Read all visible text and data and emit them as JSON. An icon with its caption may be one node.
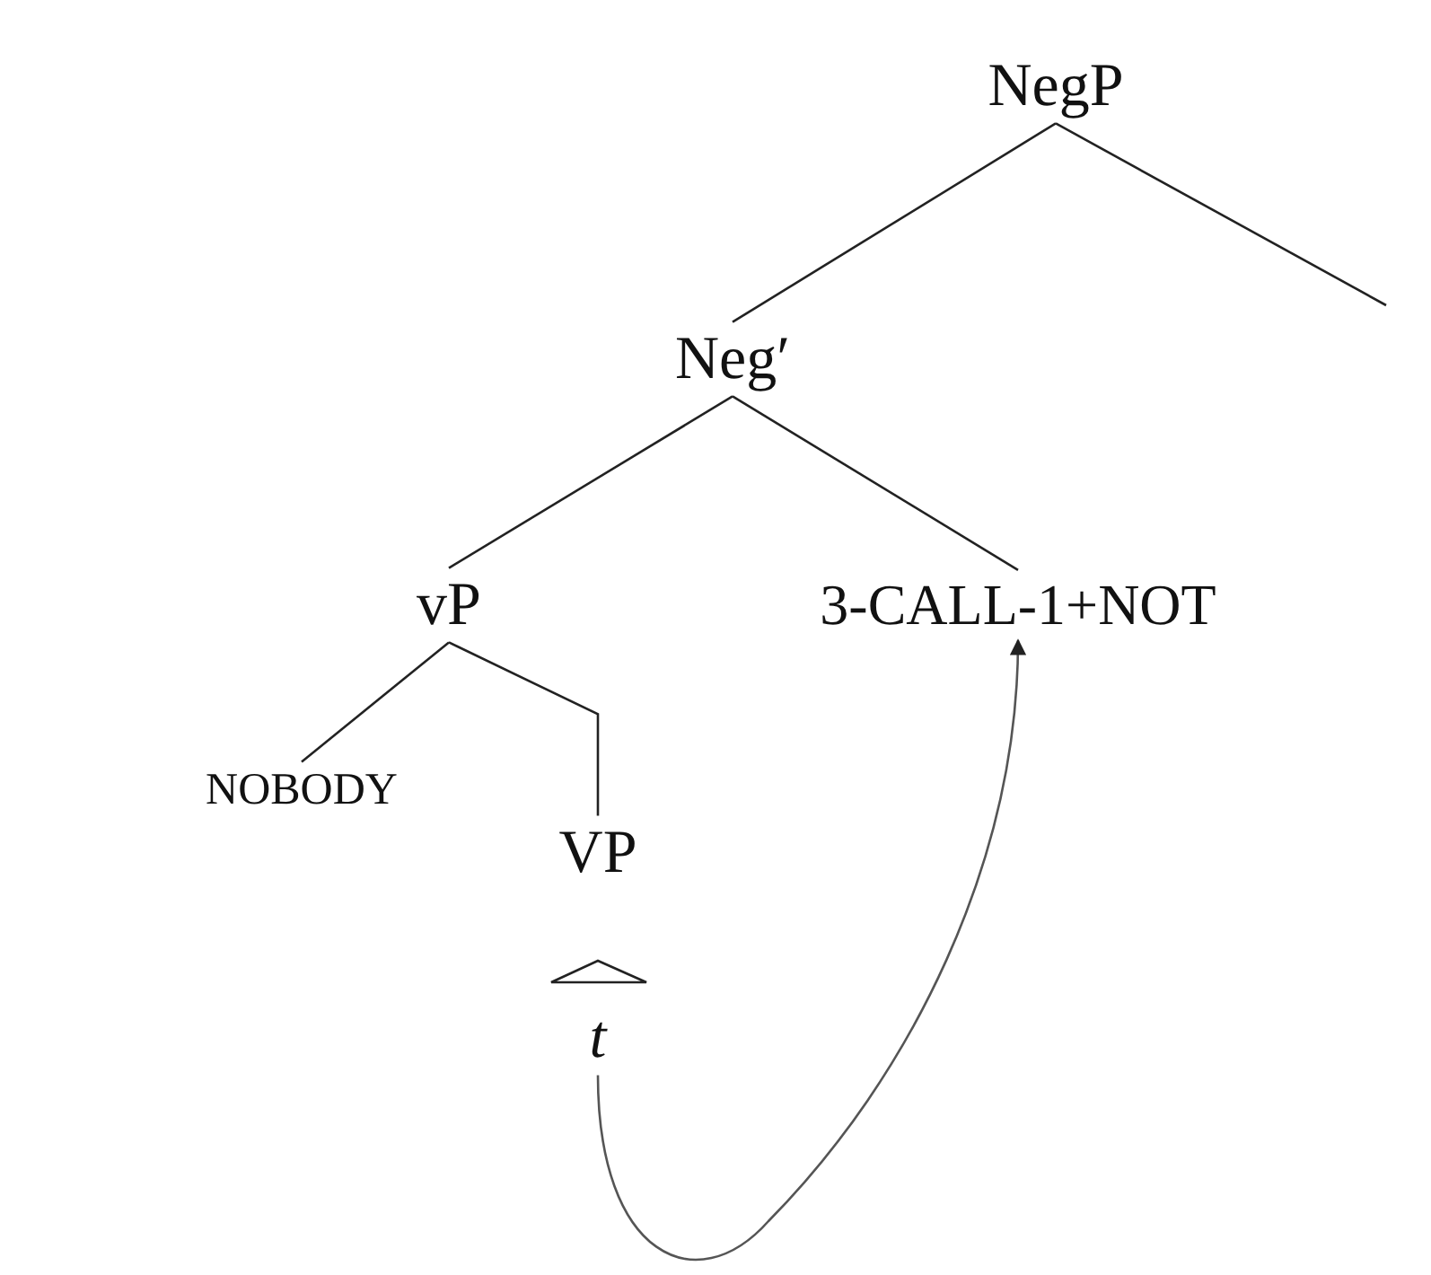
{
  "diagram": {
    "nodes": [
      {
        "text": [
          "NegP"
        ]
      },
      {
        "text": [
          "Neg′"
        ]
      },
      {
        "text": [
          "vP"
        ]
      },
      {
        "text": [
          "3-CALL-1+NOT"
        ]
      },
      {
        "text": [
          "NOBODY"
        ]
      },
      {
        "text": [
          "VP"
        ]
      },
      {
        "text": [
          "t"
        ]
      }
    ],
    "edges": [
      {
        "from": 0,
        "to": 1,
        "arrow": "none"
      },
      {
        "from": 0,
        "to": null,
        "arrow": "none"
      },
      {
        "from": 1,
        "to": 2,
        "arrow": "none"
      },
      {
        "from": 1,
        "to": 3,
        "arrow": "none"
      },
      {
        "from": 2,
        "to": 4,
        "arrow": "none"
      },
      {
        "from": 2,
        "to": 5,
        "arrow": "none"
      },
      {
        "from": 6,
        "to": 3,
        "arrow": "to"
      }
    ]
  }
}
